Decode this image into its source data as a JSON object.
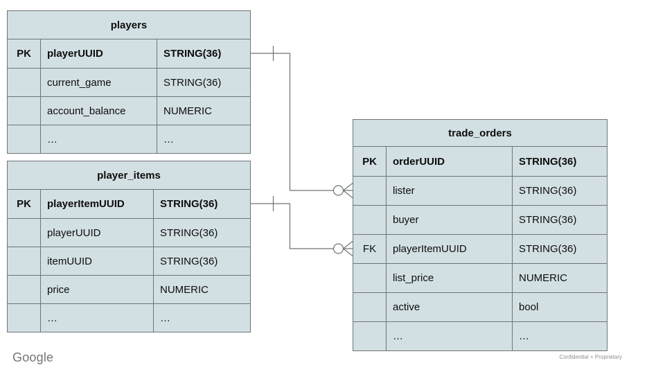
{
  "colors": {
    "cell_fill": "#d3e0e3",
    "table_border": "#6e7376",
    "connector": "#6e7376",
    "text": "#0d0d0d",
    "logo_gray": "#757575",
    "note_gray": "#8e8e8e",
    "background": "#ffffff"
  },
  "tables": [
    {
      "title": "players",
      "rows": [
        {
          "key": "PK",
          "name": "playerUUID",
          "type": "STRING(36)"
        },
        {
          "key": "",
          "name": "current_game",
          "type": "STRING(36)"
        },
        {
          "key": "",
          "name": "account_balance",
          "type": "NUMERIC"
        },
        {
          "key": "",
          "name": "…",
          "type": "…"
        }
      ]
    },
    {
      "title": "player_items",
      "rows": [
        {
          "key": "PK",
          "name": "playerItemUUID",
          "type": "STRING(36)"
        },
        {
          "key": "",
          "name": "playerUUID",
          "type": "STRING(36)"
        },
        {
          "key": "",
          "name": "itemUUID",
          "type": "STRING(36)"
        },
        {
          "key": "",
          "name": "price",
          "type": "NUMERIC"
        },
        {
          "key": "",
          "name": "…",
          "type": "…"
        }
      ]
    },
    {
      "title": "trade_orders",
      "rows": [
        {
          "key": "PK",
          "name": "orderUUID",
          "type": "STRING(36)"
        },
        {
          "key": "",
          "name": "lister",
          "type": "STRING(36)"
        },
        {
          "key": "",
          "name": "buyer",
          "type": "STRING(36)"
        },
        {
          "key": "FK",
          "name": "playerItemUUID",
          "type": "STRING(36)"
        },
        {
          "key": "",
          "name": "list_price",
          "type": "NUMERIC"
        },
        {
          "key": "",
          "name": "active",
          "type": "bool"
        },
        {
          "key": "",
          "name": "…",
          "type": "…"
        }
      ]
    }
  ],
  "relationships": [
    {
      "from_table": "players",
      "from_field": "playerUUID",
      "to_table": "trade_orders",
      "to_field": "lister",
      "from_cardinality": "one",
      "to_cardinality": "zero-or-many"
    },
    {
      "from_table": "player_items",
      "from_field": "playerItemUUID",
      "to_table": "trade_orders",
      "to_field": "playerItemUUID",
      "from_cardinality": "one",
      "to_cardinality": "zero-or-many"
    }
  ],
  "footer": {
    "logo_text": "Google",
    "note": "Confidential + Proprietary"
  }
}
